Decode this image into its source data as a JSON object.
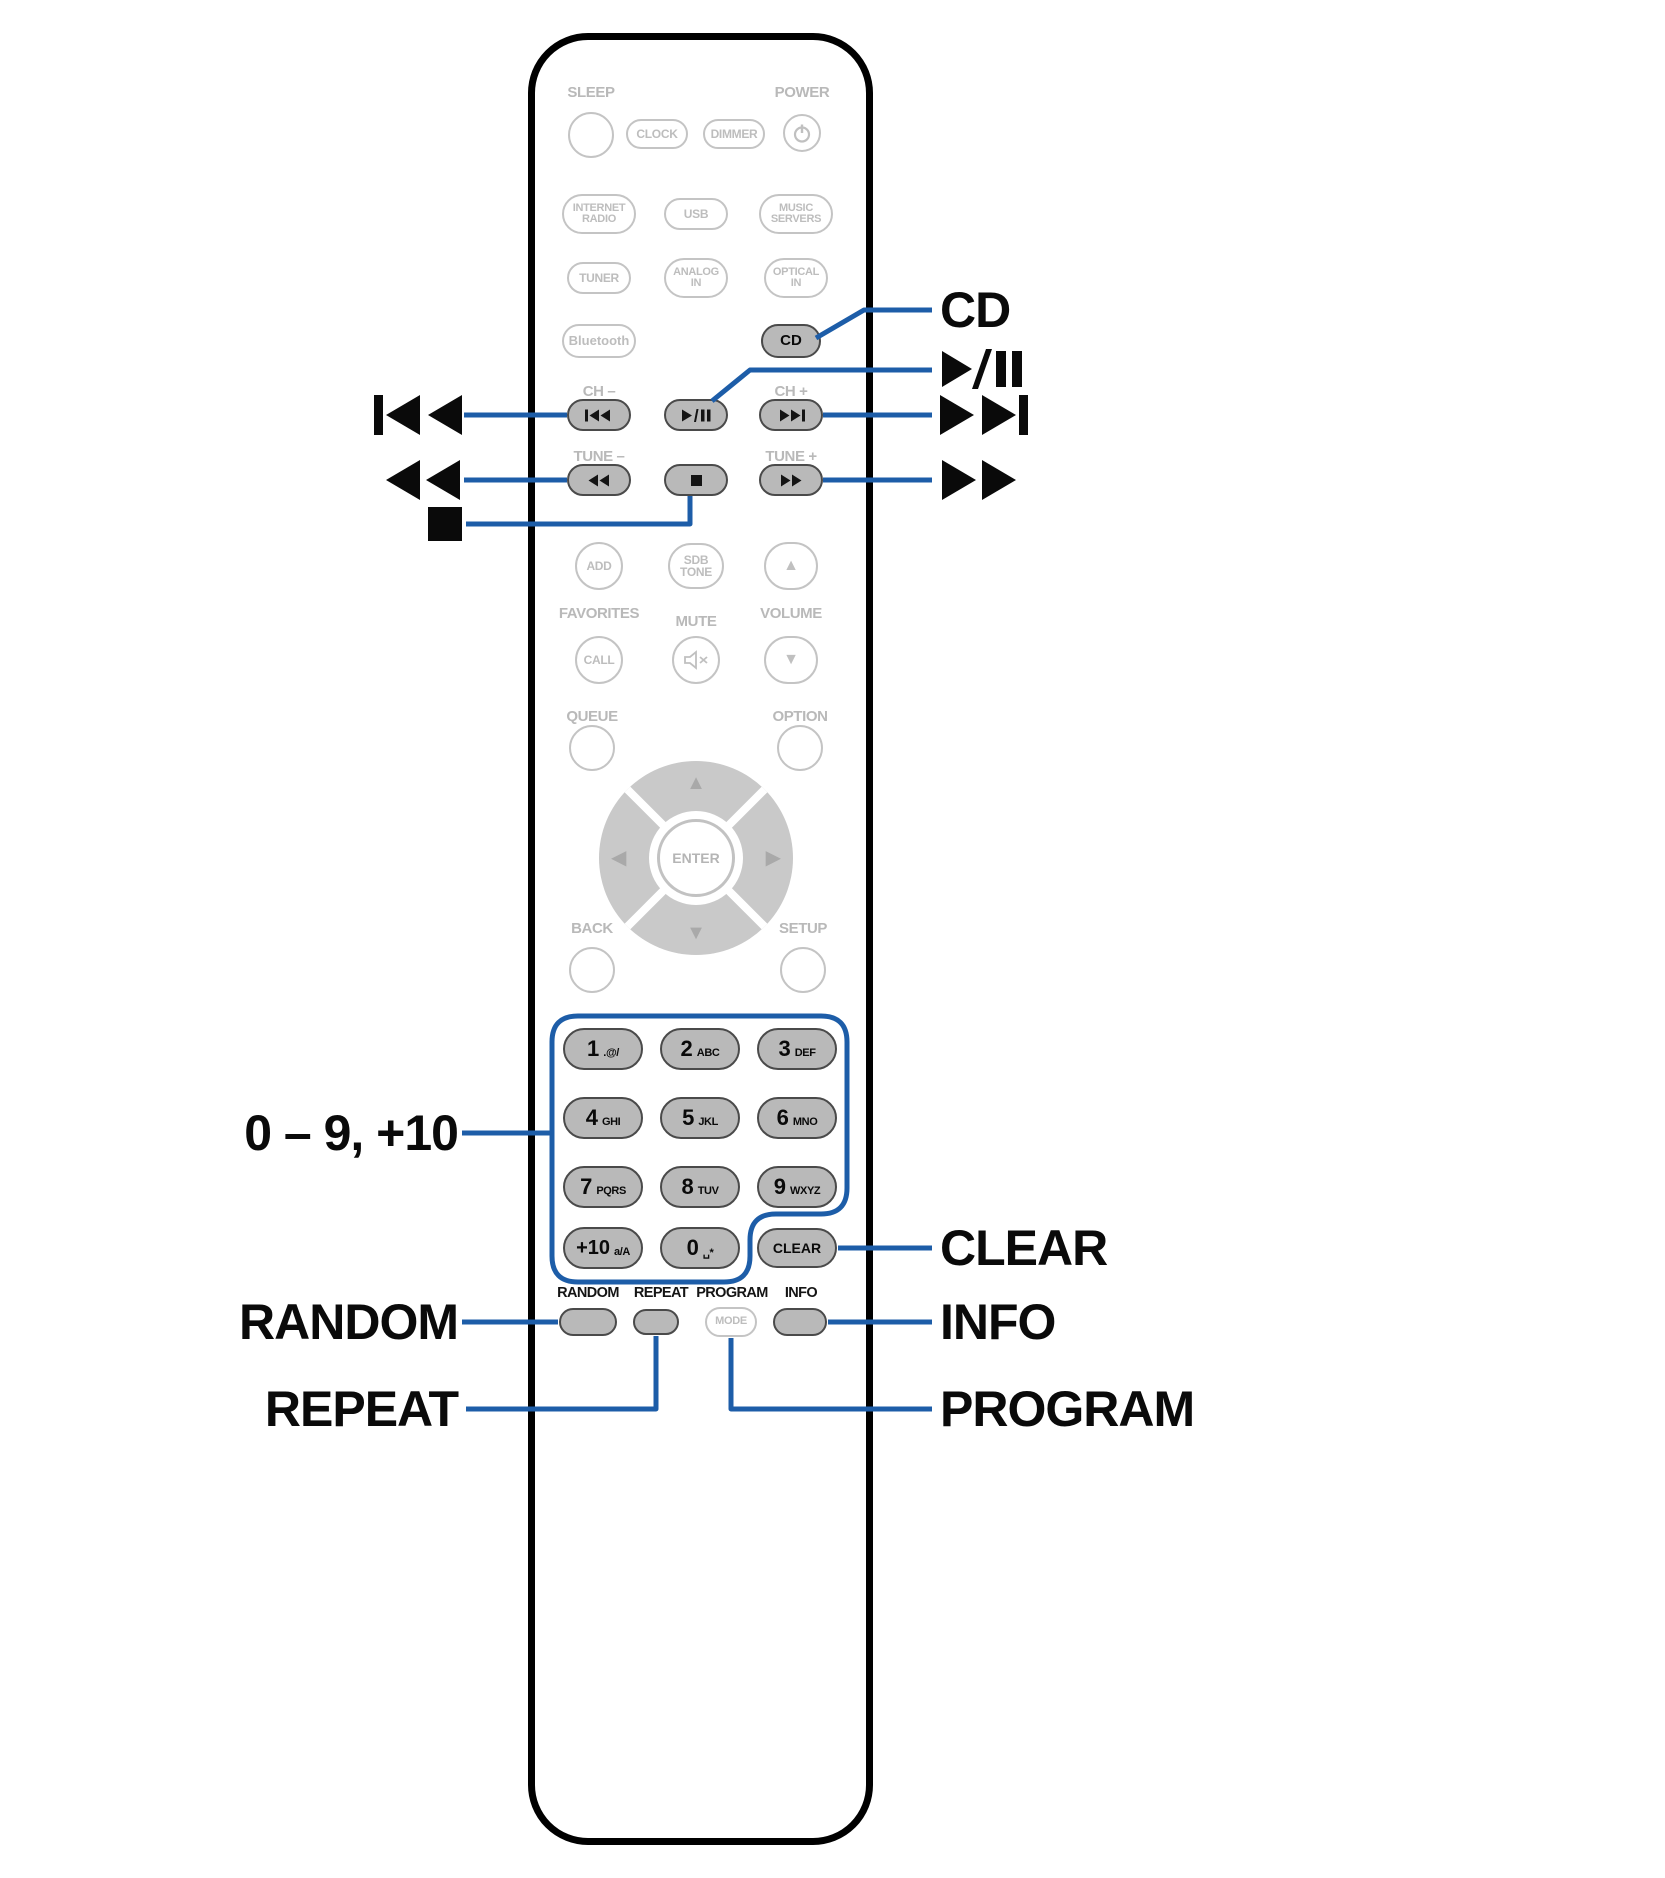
{
  "colors": {
    "callout_blue": "#1d5da8",
    "remote_outline": "#000000",
    "inactive_gray": "#c4c4c4",
    "active_button_fill": "#b9b9b9"
  },
  "remote": {
    "sleep_label": "SLEEP",
    "power_label": "POWER",
    "clock_label": "CLOCK",
    "dimmer_label": "DIMMER",
    "internet_radio_line1": "INTERNET",
    "internet_radio_line2": "RADIO",
    "usb_label": "USB",
    "music_servers_line1": "MUSIC",
    "music_servers_line2": "SERVERS",
    "tuner_label": "TUNER",
    "analog_in_line1": "ANALOG",
    "analog_in_line2": "IN",
    "optical_in_line1": "OPTICAL",
    "optical_in_line2": "IN",
    "bluetooth_label": "Bluetooth",
    "cd_label": "CD",
    "ch_minus_label": "CH –",
    "ch_plus_label": "CH +",
    "tune_minus_label": "TUNE –",
    "tune_plus_label": "TUNE +",
    "add_label": "ADD",
    "sdb_tone_line1": "SDB",
    "sdb_tone_line2": "TONE",
    "favorites_label": "FAVORITES",
    "mute_label": "MUTE",
    "volume_label": "VOLUME",
    "call_label": "CALL",
    "queue_label": "QUEUE",
    "option_label": "OPTION",
    "enter_label": "ENTER",
    "back_label": "BACK",
    "setup_label": "SETUP",
    "volume_up_glyph": "▲",
    "volume_down_glyph": "▼",
    "dpad_up_glyph": "▲",
    "dpad_down_glyph": "▼",
    "dpad_left_glyph": "◀",
    "dpad_right_glyph": "▶",
    "random_label": "RANDOM",
    "repeat_label": "REPEAT",
    "program_label": "PROGRAM",
    "info_label": "INFO",
    "mode_button_label": "MODE"
  },
  "keypad": {
    "keys": [
      {
        "digit": "1",
        "sub": ".@/"
      },
      {
        "digit": "2",
        "sub": "ABC"
      },
      {
        "digit": "3",
        "sub": "DEF"
      },
      {
        "digit": "4",
        "sub": "GHI"
      },
      {
        "digit": "5",
        "sub": "JKL"
      },
      {
        "digit": "6",
        "sub": "MNO"
      },
      {
        "digit": "7",
        "sub": "PQRS"
      },
      {
        "digit": "8",
        "sub": "TUV"
      },
      {
        "digit": "9",
        "sub": "WXYZ"
      },
      {
        "digit": "+10",
        "sub": "a/A"
      },
      {
        "digit": "0",
        "sub": "␣*"
      }
    ],
    "clear_label": "CLEAR"
  },
  "callouts": {
    "cd": "CD",
    "digits": "0 – 9, +10",
    "clear": "CLEAR",
    "random": "RANDOM",
    "repeat": "REPEAT",
    "info": "INFO",
    "program": "PROGRAM",
    "icons": {
      "play_pause": "play-pause-icon",
      "skip_back": "skip-back-icon",
      "skip_forward": "skip-forward-icon",
      "rewind": "rewind-icon",
      "fast_forward": "fast-forward-icon",
      "stop": "stop-icon"
    }
  }
}
